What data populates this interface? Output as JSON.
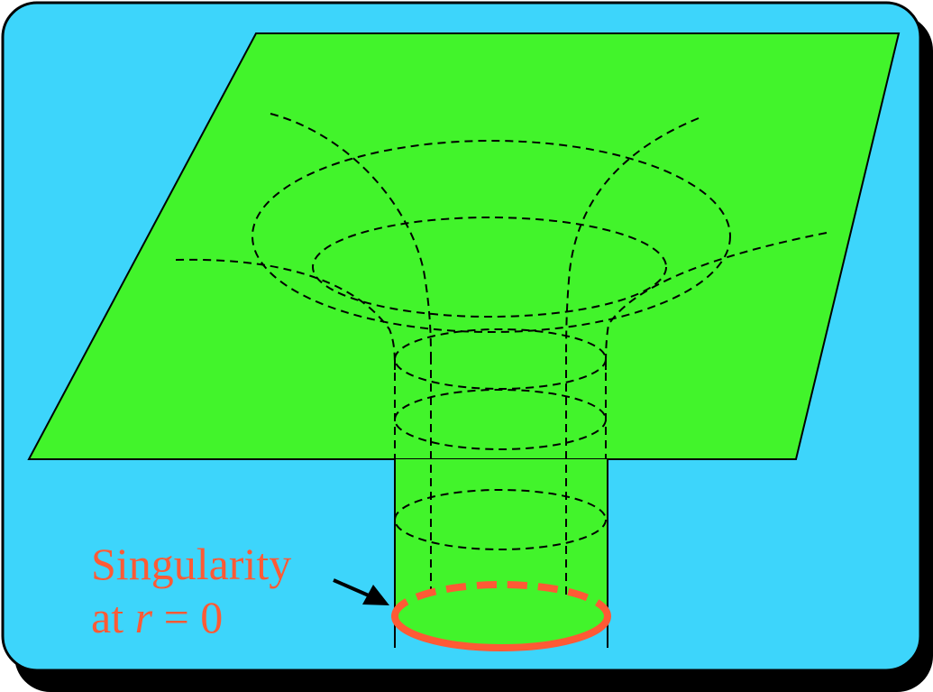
{
  "colors": {
    "background_panel": "#3dd5fb",
    "panel_border": "#000000",
    "shadow": "#000000",
    "sheet": "#42f42b",
    "line": "#000000",
    "singularity": "#ff5a35"
  },
  "label": {
    "line1": "Singularity",
    "line2_prefix": "at ",
    "line2_var": "r",
    "line2_suffix": " = 0"
  }
}
